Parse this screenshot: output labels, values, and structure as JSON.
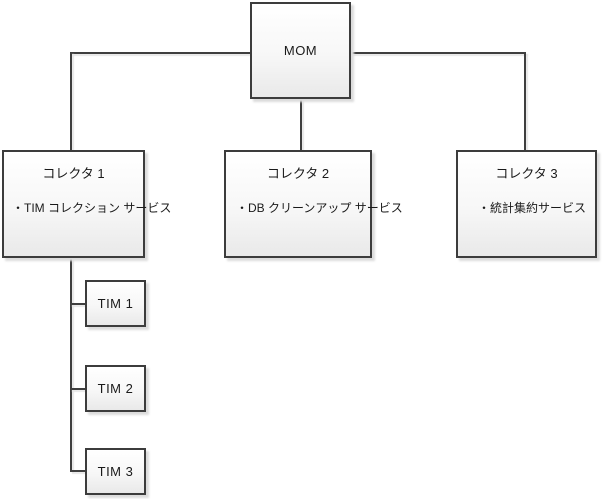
{
  "nodes": {
    "mom": {
      "label": "MOM"
    },
    "collector1": {
      "title": "コレクタ 1",
      "service": "・TIM コレクション サービス"
    },
    "collector2": {
      "title": "コレクタ 2",
      "service": "・DB クリーンアップ サービス"
    },
    "collector3": {
      "title": "コレクタ 3",
      "service": "・統計集約サービス"
    },
    "tim1": {
      "label": "TIM 1"
    },
    "tim2": {
      "label": "TIM 2"
    },
    "tim3": {
      "label": "TIM 3"
    }
  },
  "colors": {
    "background": "#ffffff",
    "box_border": "#3c3c3c",
    "box_fill_top": "#ffffff",
    "box_fill_bottom": "#e9e9e9",
    "box_shadow": "#dcdcdc",
    "connector": "#3f3f3f",
    "text": "#1a1a1a"
  }
}
